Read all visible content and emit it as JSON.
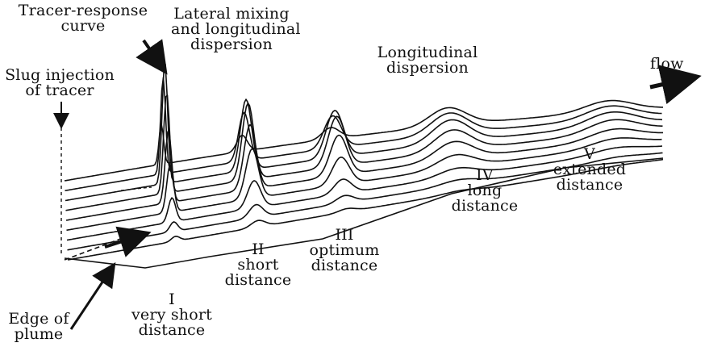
{
  "labels": {
    "tracer_response": [
      "Tracer-response",
      "curve"
    ],
    "lateral_mixing": [
      "Lateral mixing",
      "and longitudinal",
      "dispersion"
    ],
    "longitudinal_dispersion": [
      "Longitudinal",
      "dispersion"
    ],
    "flow": "flow",
    "slug_injection": [
      "Slug injection",
      "of tracer"
    ],
    "edge_of_plume": [
      "Edge of",
      "plume"
    ],
    "zone_1": [
      "I",
      "very short",
      "distance"
    ],
    "zone_2": [
      "II",
      "short",
      "distance"
    ],
    "zone_3": [
      "III",
      "optimum",
      "distance"
    ],
    "zone_4": [
      "IV",
      "long",
      "distance"
    ],
    "zone_5": [
      "V",
      "extended",
      "distance"
    ]
  }
}
